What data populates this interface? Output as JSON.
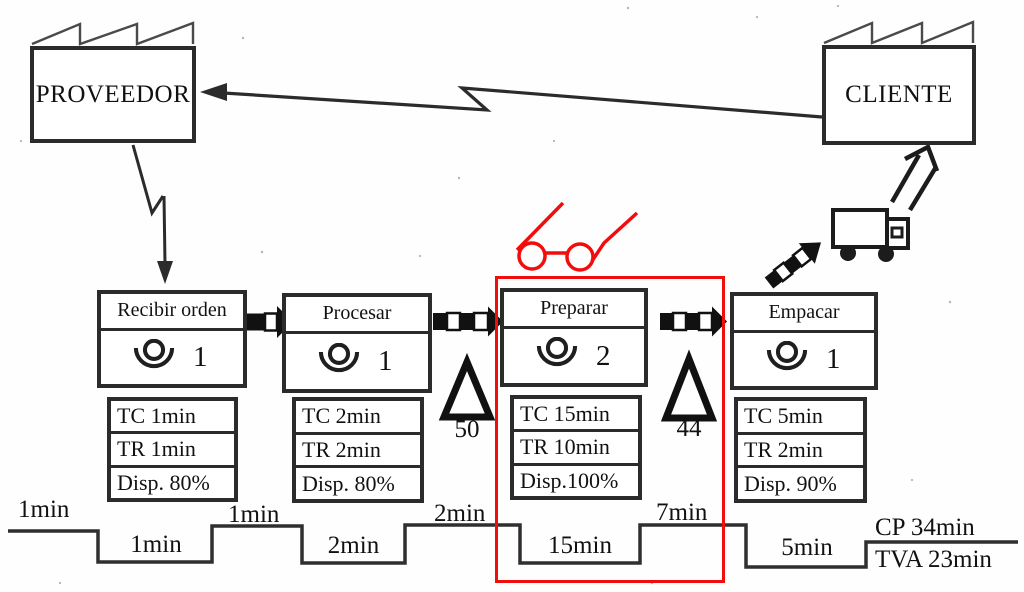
{
  "supplier": {
    "label": "PROVEEDOR"
  },
  "customer": {
    "label": "CLIENTE"
  },
  "processes": [
    {
      "title": "Recibir orden",
      "operators": "1",
      "rows": {
        "tc": "TC 1min",
        "tr": "TR 1min",
        "disp": "Disp. 80%"
      }
    },
    {
      "title": "Procesar",
      "operators": "1",
      "rows": {
        "tc": "TC 2min",
        "tr": "TR 2min",
        "disp": "Disp. 80%"
      }
    },
    {
      "title": "Preparar",
      "operators": "2",
      "rows": {
        "tc": "TC 15min",
        "tr": "TR 10min",
        "disp": "Disp.100%"
      }
    },
    {
      "title": "Empacar",
      "operators": "1",
      "rows": {
        "tc": "TC 5min",
        "tr": "TR 2min",
        "disp": "Disp. 90%"
      }
    }
  ],
  "inventories": [
    {
      "value": "50"
    },
    {
      "value": "44"
    }
  ],
  "timeline": {
    "wait_labels": [
      "1min",
      "1min",
      "2min",
      "7min"
    ],
    "process_labels": [
      "1min",
      "2min",
      "15min",
      "5min"
    ],
    "lead_time": "CP 34min",
    "value_added_time": "TVA 23min"
  },
  "icons": {
    "factory": "factory-icon",
    "operator": "operator-icon",
    "push_arrow": "push-arrow-icon",
    "inventory": "inventory-triangle-icon",
    "information_arrow": "zigzag-information-arrow-icon",
    "truck": "truck-icon",
    "shipment_arrow": "shipment-arrow-icon",
    "glasses": "glasses-icon"
  },
  "colors": {
    "highlight_red": "#f20d0d",
    "ink": "#2b2b2b"
  }
}
